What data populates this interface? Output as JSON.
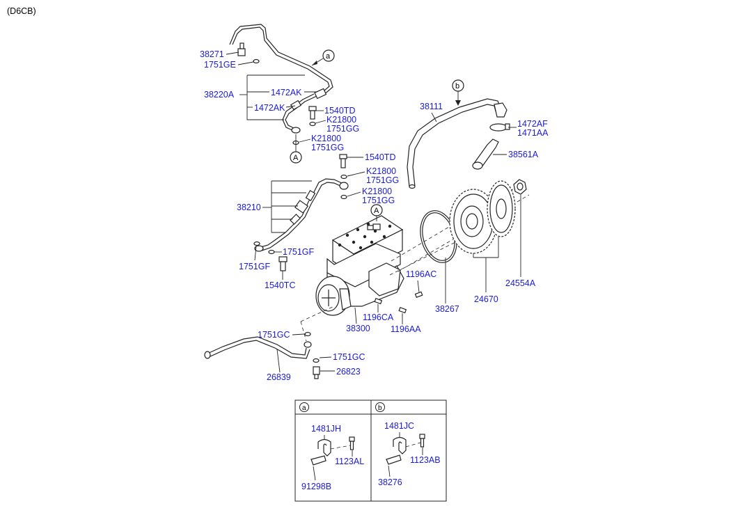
{
  "engine_code": "(D6CB)",
  "labels": {
    "l38271": "38271",
    "l1751GE": "1751GE",
    "l38220A": "38220A",
    "l1472AK_1": "1472AK",
    "l1472AK_2": "1472AK",
    "l1540TD_1": "1540TD",
    "lK21800_1": "K21800",
    "l1751GG_1": "1751GG",
    "lK21800_2": "K21800",
    "l1751GG_2": "1751GG",
    "l1540TD_2": "1540TD",
    "lK21800_3": "K21800",
    "l1751GG_3": "1751GG",
    "lK21800_4": "K21800",
    "l1751GG_4": "1751GG",
    "l38210": "38210",
    "l1751GF_1": "1751GF",
    "l1751GF_2": "1751GF",
    "l1540TC": "1540TC",
    "l38111": "38111",
    "l1472AF": "1472AF",
    "l1471AA": "1471AA",
    "l38561A": "38561A",
    "l24554A": "24554A",
    "l24670": "24670",
    "l38267": "38267",
    "l1196AC": "1196AC",
    "l1196CA": "1196CA",
    "l1196AA": "1196AA",
    "l38300": "38300",
    "l1751GC_1": "1751GC",
    "l1751GC_2": "1751GC",
    "l26839": "26839",
    "l26823": "26823"
  },
  "callouts": {
    "a": "a",
    "b": "b",
    "A_top": "A",
    "A_comp": "A"
  },
  "detail_table": {
    "panel_a": {
      "header": "a",
      "labels": [
        "1481JH",
        "1123AL",
        "91298B"
      ]
    },
    "panel_b": {
      "header": "b",
      "labels": [
        "1481JC",
        "1123AB",
        "38276"
      ]
    }
  }
}
